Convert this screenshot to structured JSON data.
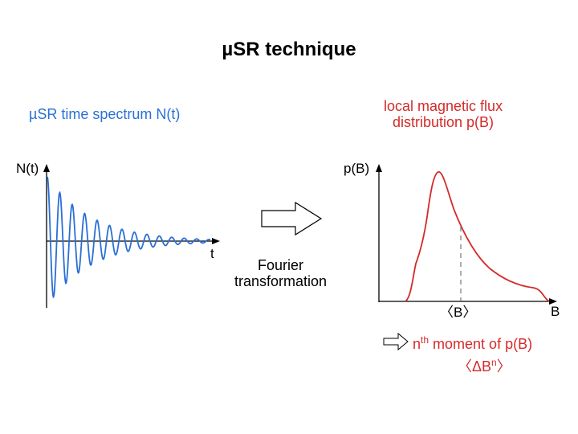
{
  "title": "µSR technique",
  "left_panel": {
    "caption": "µSR time spectrum N(t)",
    "y_label": "N(t)",
    "x_label": "t"
  },
  "transform_label": [
    "Fourier",
    "transformation"
  ],
  "right_panel": {
    "caption": [
      "local magnetic flux",
      "distribution p(B)"
    ],
    "y_label": "p(B)",
    "x_label": "B",
    "mean_label": "〈B〉"
  },
  "moment": {
    "n": "n",
    "sup": "th",
    "text": " moment of p(B)"
  },
  "moment_symbol": {
    "open": "〈ΔB",
    "sup": "n",
    "close": "〉"
  },
  "colors": {
    "signal": "#2a6fd6",
    "distribution": "#d42a2a",
    "axis": "#000000"
  },
  "icons": [
    "arrow-right-outline-icon",
    "small-arrow-right-icon"
  ]
}
